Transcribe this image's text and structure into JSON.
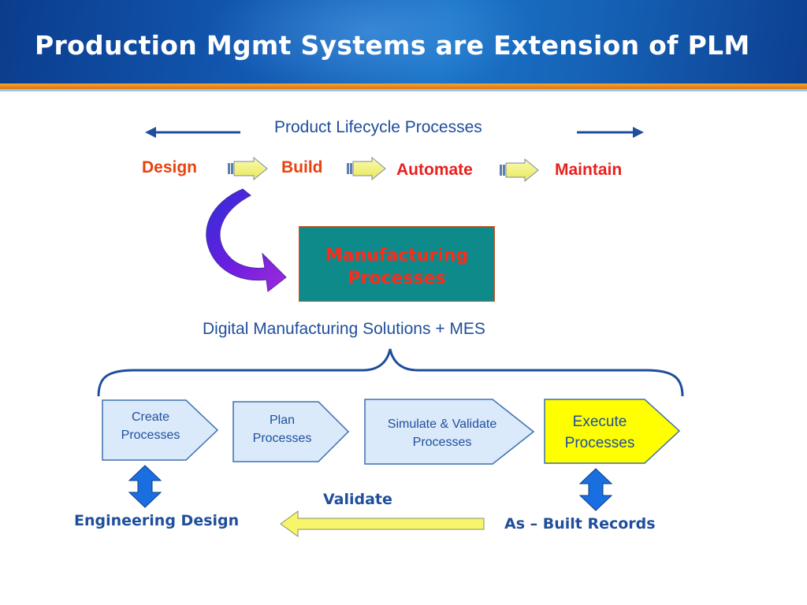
{
  "slide": {
    "title": "Production Mgmt Systems are Extension of PLM"
  },
  "lifecycle": {
    "heading": "Product Lifecycle Processes",
    "stages": [
      "Design",
      "Build",
      "Automate",
      "Maintain"
    ]
  },
  "manufacturing": {
    "line1": "Manufacturing",
    "line2": "Processes"
  },
  "solutions": {
    "heading": "Digital Manufacturing Solutions + MES"
  },
  "processes": [
    {
      "line1": "Create",
      "line2": "Processes"
    },
    {
      "line1": "Plan",
      "line2": "Processes"
    },
    {
      "line1": "Simulate & Validate",
      "line2": "Processes"
    },
    {
      "line1": "Execute",
      "line2": "Processes"
    }
  ],
  "bottom": {
    "engineering": "Engineering Design",
    "validate": "Validate",
    "records": "As – Built Records"
  },
  "colors": {
    "title_blue": "#1f4e9c",
    "stage_red": "#e8201e",
    "mfg_box": "#0e8a8a",
    "process_fill": "#dbeafb",
    "execute_fill": "#ffff00",
    "arrow_yellow": "#f2f27a",
    "double_arrow_blue": "#1a6fe0",
    "curved_arrow_purple": "#5a1ad6"
  }
}
